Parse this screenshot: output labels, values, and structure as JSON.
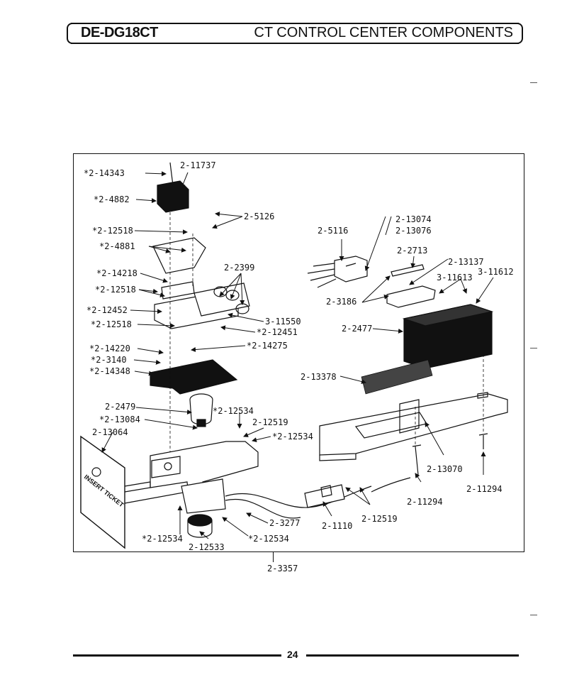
{
  "header": {
    "model": "DE-DG18CT",
    "title": "CT CONTROL CENTER COMPONENTS"
  },
  "diagram": {
    "ticket_text": "INSERT TICKET",
    "callouts": [
      "*2-14343",
      "2-11737",
      "*2-4882",
      "2-5126",
      "*2-12518",
      "*2-4881",
      "*2-14218",
      "2-2399",
      "*2-12518",
      "*2-12452",
      "3-11550",
      "*2-12518",
      "*2-12451",
      "*2-14220",
      "*2-14275",
      "*2-3140",
      "*2-14348",
      "2-2479",
      "*2-12534",
      "*2-13084",
      "2-12519",
      "2-13064",
      "*2-12534",
      "*2-12534",
      "2-12533",
      "*2-12534",
      "2-3277",
      "2-1110",
      "2-12519",
      "2-11294",
      "2-11294",
      "2-13070",
      "2-13378",
      "2-2477",
      "2-3186",
      "2-5116",
      "2-13074",
      "2-13076",
      "2-2713",
      "2-13137",
      "3-11613",
      "3-11612"
    ]
  },
  "below_label": "2-3357",
  "footer": {
    "page": "24"
  }
}
